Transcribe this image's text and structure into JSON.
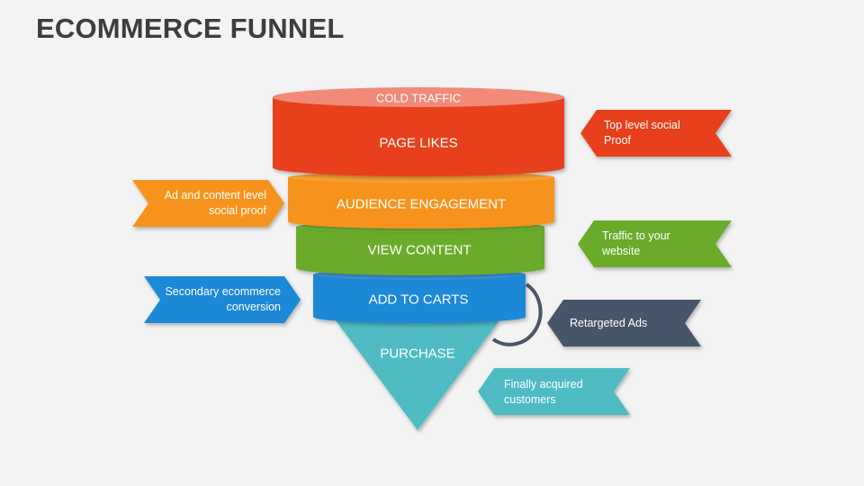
{
  "title": "ECOMMERCE FUNNEL",
  "funnel": {
    "top": "COLD TRAFFIC",
    "stages": [
      "PAGE LIKES",
      "AUDIENCE ENGAGEMENT",
      "VIEW CONTENT",
      "ADD TO CARTS",
      "PURCHASE"
    ]
  },
  "callouts": {
    "top_level": "Top level social Proof",
    "ad_content": "Ad and content level social proof",
    "traffic": "Traffic to your website",
    "secondary": "Secondary ecommerce conversion",
    "retargeted": "Retargeted Ads",
    "acquired": "Finally acquired customers"
  },
  "colors": {
    "red": "#e8411a",
    "red_top": "#f28a78",
    "orange": "#f7931e",
    "green": "#6aac2a",
    "blue": "#1e88d8",
    "teal": "#4fbcc4",
    "slate": "#465468",
    "loop": "#4a5666"
  }
}
